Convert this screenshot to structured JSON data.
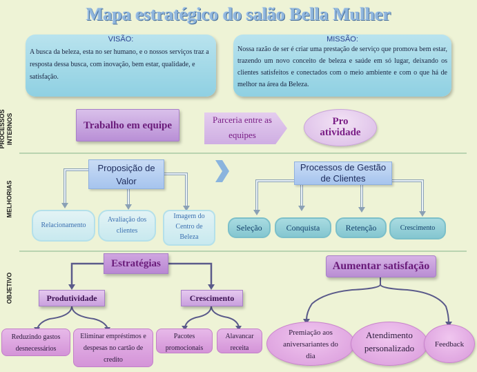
{
  "title": "Mapa estratégico do salão Bella Mulher",
  "visao": {
    "heading": "VISÃO:",
    "text": "A busca da beleza, esta no ser humano, e o nossos serviços traz a resposta dessa busca, com inovação, bem estar, qualidade, e satisfação."
  },
  "missao": {
    "heading": "MISSÃO:",
    "text": "Nossa razão de ser é criar uma prestação de serviço que promova bem estar, trazendo um novo conceito de beleza e saúde em só lugar, deixando os clientes satisfeitos e conectados com o meio ambiente e com o que há de melhor na área da Beleza."
  },
  "side_labels": {
    "processos": "PROCESSOS INTERNOS",
    "melhorias": "MELHORIAS",
    "objetivo": "OBJETIVO"
  },
  "processos": {
    "trabalho": "Trabalho em equipe",
    "parceria": "Parceria entre as equipes",
    "proatividade": "Pro atividade"
  },
  "melhorias": {
    "proposicao": "Proposição de Valor",
    "proposicao_items": [
      "Relacionamento",
      "Avaliação dos clientes",
      "Imagem do Centro de Beleza"
    ],
    "processos_gestao": "Processos de Gestão de Clientes",
    "gestao_items": [
      "Seleção",
      "Conquista",
      "Retenção",
      "Crescimento"
    ]
  },
  "objetivo": {
    "estrategias": "Estratégias",
    "produtividade": "Produtividade",
    "crescimento": "Crescimento",
    "produtividade_items": [
      "Reduzindo gastos desnecessários",
      "Eliminar empréstimos e despesas no cartão de credito"
    ],
    "crescimento_items": [
      "Pacotes promocionais",
      "Alavancar receita"
    ],
    "aumentar": "Aumentar satisfação",
    "aumentar_items": [
      "Premiação aos aniversariantes do dia",
      "Atendimento personalizado",
      "Feedback"
    ]
  },
  "colors": {
    "background": "#eef3d6",
    "panel": "#a6dbe8",
    "purple_text": "#6a1b7a",
    "title": "#8fb6dd"
  }
}
